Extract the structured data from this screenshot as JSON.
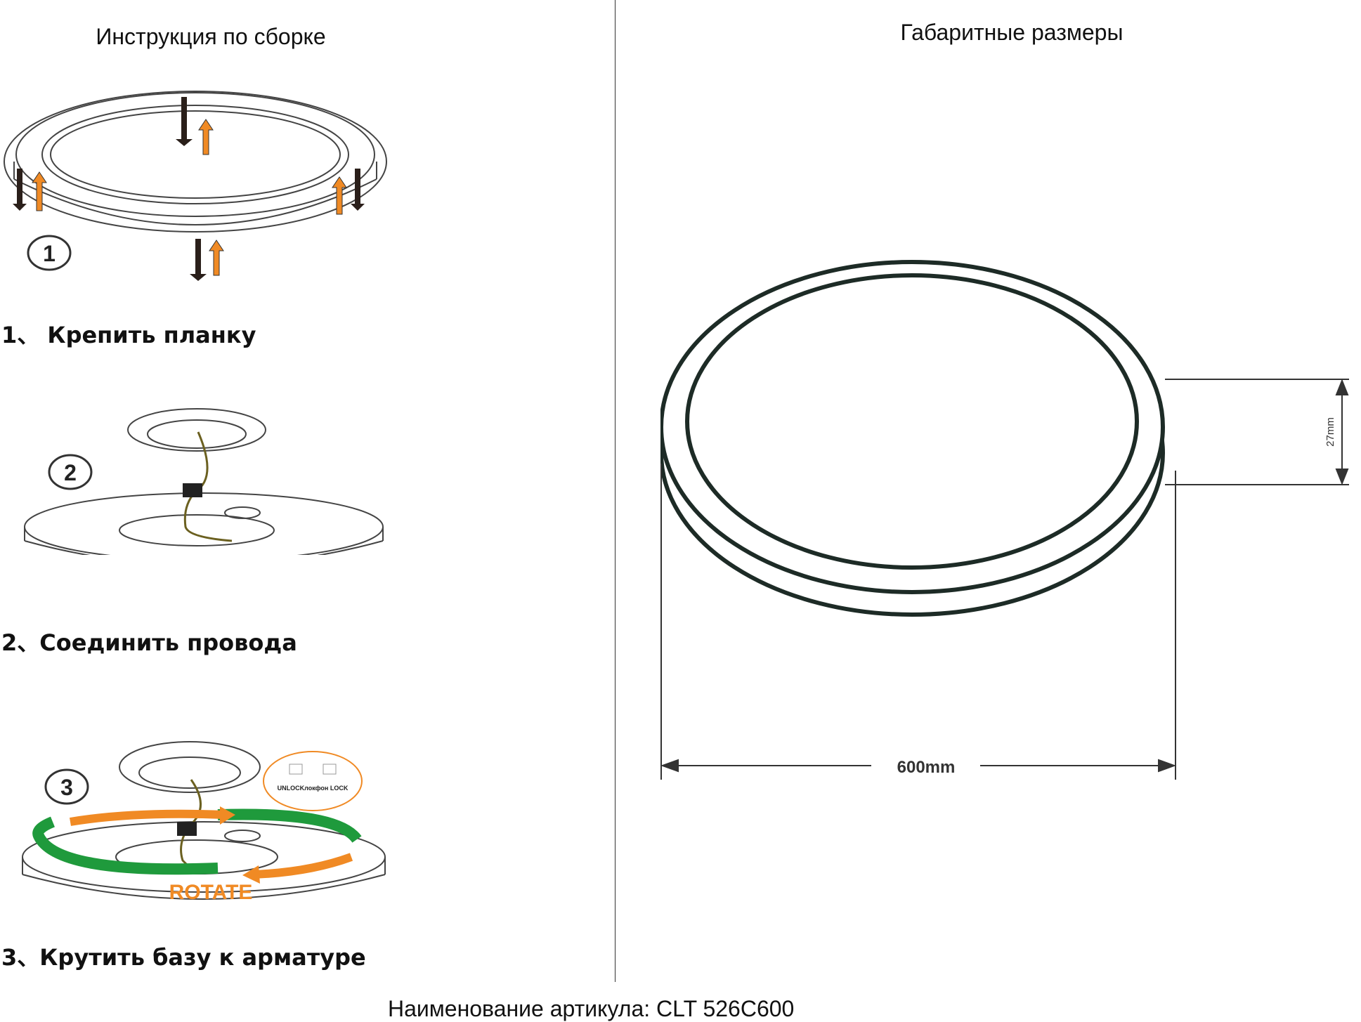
{
  "left_heading": "Инструкция по сборке",
  "right_heading": "Габаритные размеры",
  "steps": [
    {
      "badge": "1",
      "caption": "1、 Крепить планку"
    },
    {
      "badge": "2",
      "caption": "2、Соединить провода"
    },
    {
      "badge": "3",
      "caption": "3、Крутить базу к арматуре",
      "rotate_label": "ROTATE",
      "lock_label": "UNLOCKлокфон LOCK"
    }
  ],
  "dimensions": {
    "width": "600mm",
    "height": "27mm"
  },
  "footer": "Наименование артикула: CLT 526C600",
  "colors": {
    "arrow_orange": "#f08a24",
    "rotate_green": "#1f9a3c",
    "outline": "#1d2b26"
  }
}
